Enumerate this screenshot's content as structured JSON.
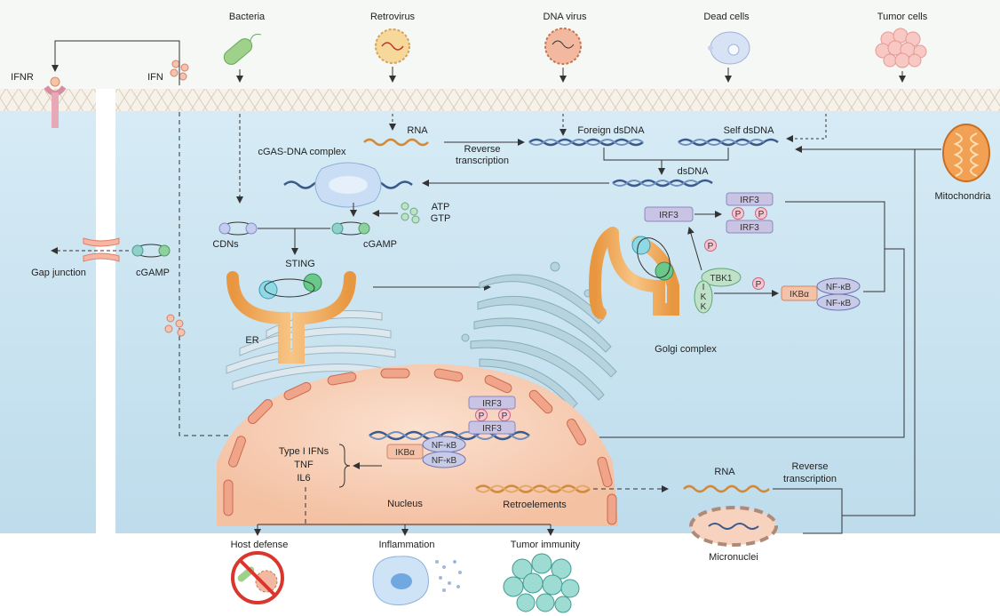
{
  "sources": {
    "bacteria": "Bacteria",
    "retrovirus": "Retrovirus",
    "dna_virus": "DNA virus",
    "dead_cells": "Dead cells",
    "tumor_cells": "Tumor cells"
  },
  "receptor": {
    "ifnr": "IFNR",
    "ifn": "IFN"
  },
  "nucleic": {
    "rna": "RNA",
    "reverse_transcription": [
      "Reverse",
      "transcription"
    ],
    "foreign_dsdna": "Foreign dsDNA",
    "self_dsdna": "Self dsDNA",
    "dsdna": "dsDNA",
    "mitochondria": "Mitochondria"
  },
  "cgas": {
    "complex": "cGAS-DNA complex",
    "atp": "ATP",
    "gtp": "GTP",
    "cdns": "CDNs",
    "cgamp": "cGAMP",
    "sting": "STING",
    "er": "ER",
    "golgi": "Golgi complex"
  },
  "gap": {
    "gap_junction": "Gap junction",
    "cgamp": "cGAMP"
  },
  "signaling": {
    "irf3": "IRF3",
    "p": "P",
    "tbk1": "TBK1",
    "ikk": [
      "I",
      "K",
      "K"
    ],
    "ikba": "IKBα",
    "nfkb": "NF-κB"
  },
  "nucleus": {
    "label": "Nucleus",
    "outputs": [
      "Type I IFNs",
      "TNF",
      "IL6"
    ],
    "retroelements": "Retroelements",
    "rna": "RNA",
    "reverse_transcription": [
      "Reverse",
      "transcription"
    ],
    "micronuclei": "Micronuclei"
  },
  "outcomes": {
    "host_defense": "Host defense",
    "inflammation": "Inflammation",
    "tumor_immunity": "Tumor immunity"
  },
  "colors": {
    "cytoplasm": "#cfe6f2",
    "membrane": "#f3eee6",
    "nucleus": "#f7cdb3",
    "sting": "#e9a25b",
    "golgi": "#a9cbd6",
    "irf3_box": "#c9c4e4",
    "tbk1": "#bfe1c8",
    "ikba": "#f3c2a8",
    "nfkb": "#c8cbe7"
  }
}
